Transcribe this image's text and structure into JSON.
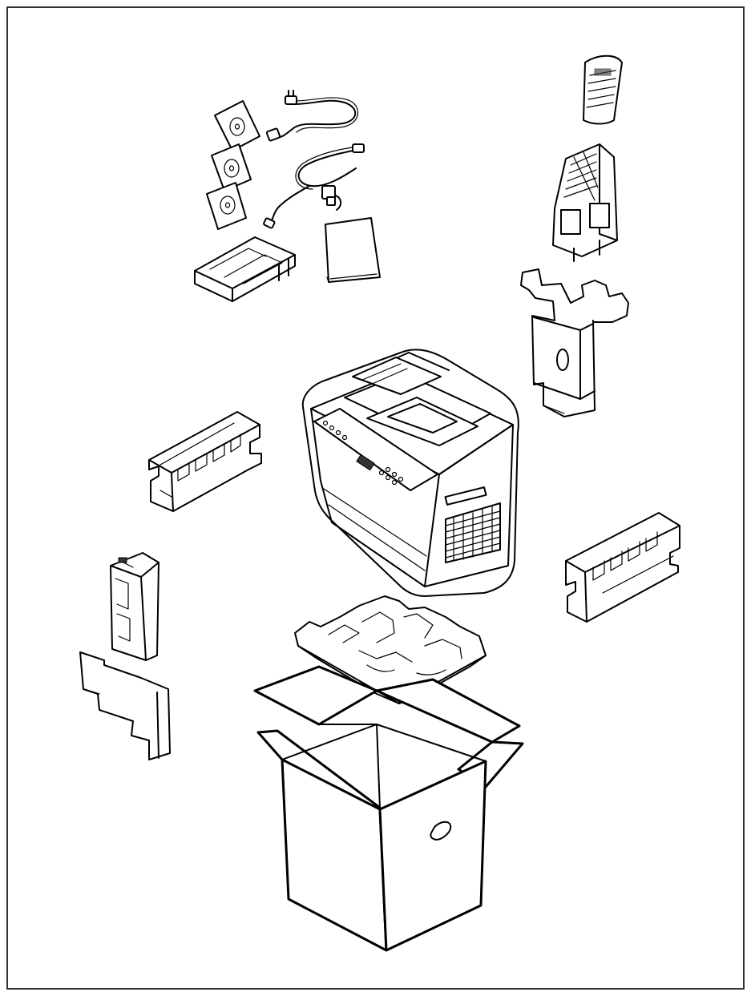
{
  "figure": {
    "frame_color": "#333333",
    "line_color": "#000000",
    "background": "#ffffff",
    "items": [
      {
        "name": "cd-roms",
        "count": 3
      },
      {
        "name": "power-cord"
      },
      {
        "name": "telephone-cable"
      },
      {
        "name": "user-manual"
      },
      {
        "name": "foam-tray-small"
      },
      {
        "name": "output-tray"
      },
      {
        "name": "paper-feeder"
      },
      {
        "name": "foam-panel-with-hole"
      },
      {
        "name": "multifunction-printer"
      },
      {
        "name": "foam-end-block-left"
      },
      {
        "name": "foam-end-block-right"
      },
      {
        "name": "toner-cartridge"
      },
      {
        "name": "cardboard-insert"
      },
      {
        "name": "foam-top-tray"
      },
      {
        "name": "shipping-box"
      }
    ]
  }
}
